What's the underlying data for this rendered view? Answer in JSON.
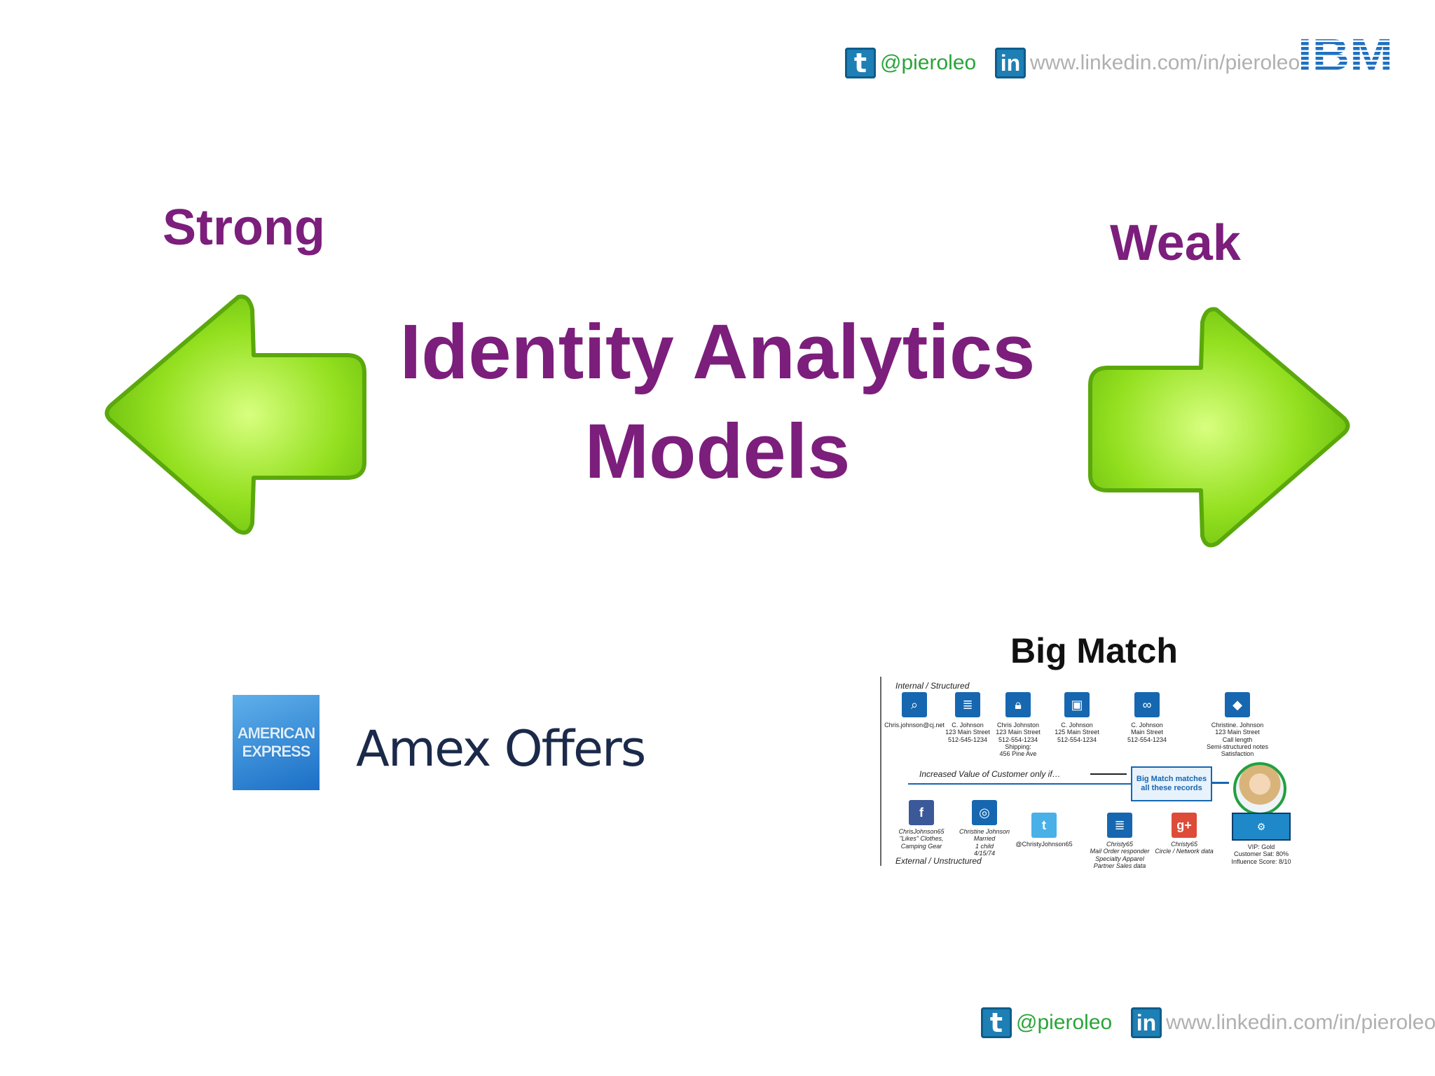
{
  "header": {
    "twitter_handle": "@pieroleo",
    "linkedin_url": "www.linkedin.com/in/pieroleo",
    "ibm_logo": "IBM"
  },
  "footer": {
    "twitter_handle": "@pieroleo",
    "linkedin_url": "www.linkedin.com/in/pieroleo"
  },
  "labels": {
    "strong": "Strong",
    "weak": "Weak",
    "title_line1": "Identity Analytics",
    "title_line2": "Models"
  },
  "amex": {
    "logo_line1": "AMERICAN",
    "logo_line2": "EXPRESS",
    "offers_text": "Amex Offers"
  },
  "big_match": {
    "title": "Big Match",
    "internal_label": "Internal / Structured",
    "external_label": "External / Unstructured",
    "value_text": "Increased Value of Customer only if…",
    "match_box": "Big Match matches all these records",
    "top_records": [
      {
        "icon": "Web",
        "text": "Chris.johnson@cj.net"
      },
      {
        "icon": "CRM",
        "text": "C. Johnson\n123 Main Street\n512-545-1234"
      },
      {
        "icon": "Order Mgmt",
        "text": "Chris Johnston\n123 Main Street\n512-554-1234\nShipping:\n456 Pine Ave"
      },
      {
        "icon": "Fulfillment",
        "text": "C. Johnson\n125 Main Street\n512-554-1234"
      },
      {
        "icon": "Supply Chain",
        "text": "C. Johnson\nMain Street\n512-554-1234"
      },
      {
        "icon": "Support Ticketing",
        "text": "Christine. Johnson\n123 Main Street\nCall length\nSemi-structured notes\nSatisfaction"
      }
    ],
    "bottom_records": [
      {
        "icon": "f",
        "text": "ChrisJohnson65\n\"Likes\" Clothes,\nCamping Gear"
      },
      {
        "icon": "External Sources",
        "text": "Christine Johnson\nMarried\n1 child\n4/15/74"
      },
      {
        "icon": "t",
        "text": "@ChristyJohnson65"
      },
      {
        "icon": "3rd Party",
        "text": "Christy65\nMail Order responder\nSpecialty Apparel\nPartner Sales data"
      },
      {
        "icon": "g+",
        "text": "Christy65\nCircle / Network data"
      },
      {
        "icon": "Predictive analytics and modeling",
        "text": "VIP: Gold\nCustomer Sat: 80%\nInfluence Score: 8/10"
      }
    ]
  },
  "colors": {
    "purple": "#7c1e7c",
    "arrow_green": "#8fdc1e",
    "ibm_blue": "#1f70c1",
    "twitter_green": "#2aa43a"
  }
}
